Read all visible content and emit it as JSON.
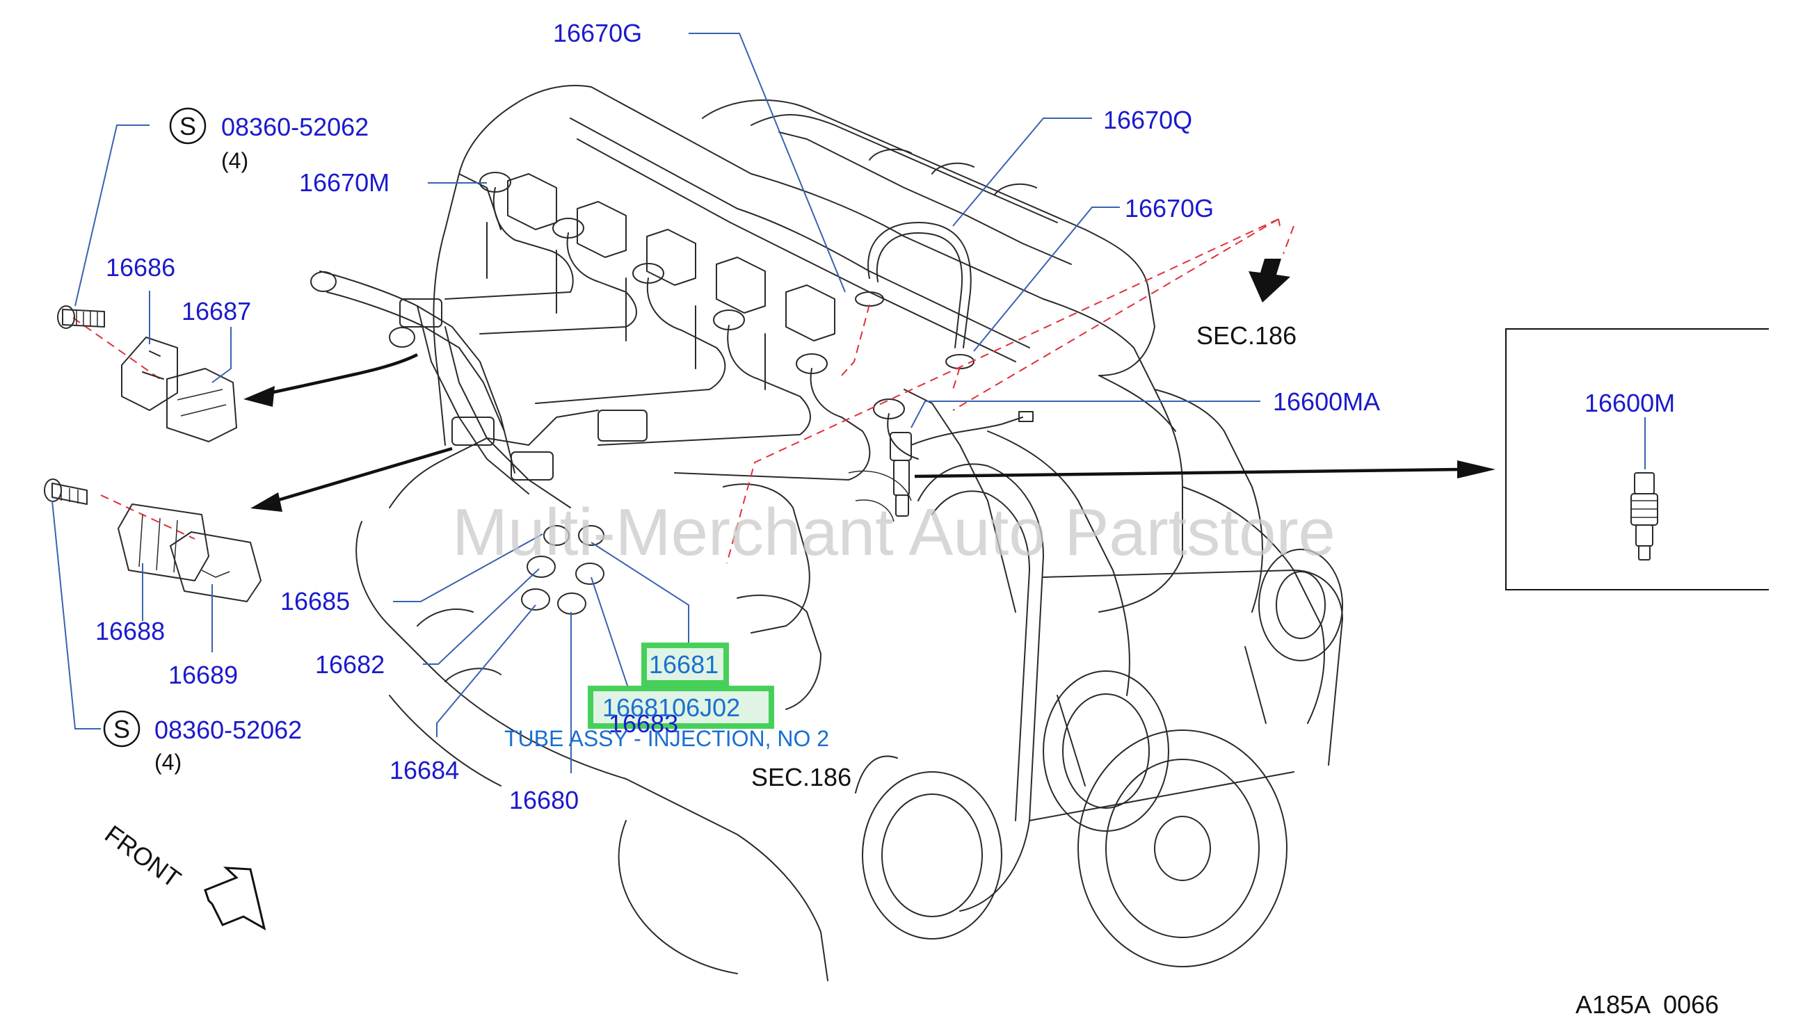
{
  "diagram": {
    "watermark": "Multi-Merchant Auto Partstore",
    "drawing_code": "A185A  0066",
    "direction_label": "FRONT",
    "section_ref_top": "SEC.186",
    "section_ref_bottom": "SEC.186",
    "screw_symbol": "S",
    "screw_part_top": "08360-52062",
    "screw_qty_top": "(4)",
    "screw_part_bottom": "08360-52062",
    "screw_qty_bottom": "(4)",
    "part_labels": {
      "p16670G_top": "16670G",
      "p16670Q": "16670Q",
      "p16670G_right": "16670G",
      "p16670M": "16670M",
      "p16686": "16686",
      "p16687": "16687",
      "p16688": "16688",
      "p16689": "16689",
      "p16685": "16685",
      "p16682": "16682",
      "p16684": "16684",
      "p16680": "16680",
      "p16683": "16683",
      "p16600MA": "16600MA",
      "p16600M": "16600M"
    },
    "highlight": {
      "part_16681": "16681",
      "part_number": "1668106J02",
      "description": "TUBE ASSY - INJECTION, NO 2"
    },
    "colors": {
      "label_blue": "#1a1acc",
      "highlight_green": "#46d05a",
      "dash_red": "#e0303a"
    }
  }
}
